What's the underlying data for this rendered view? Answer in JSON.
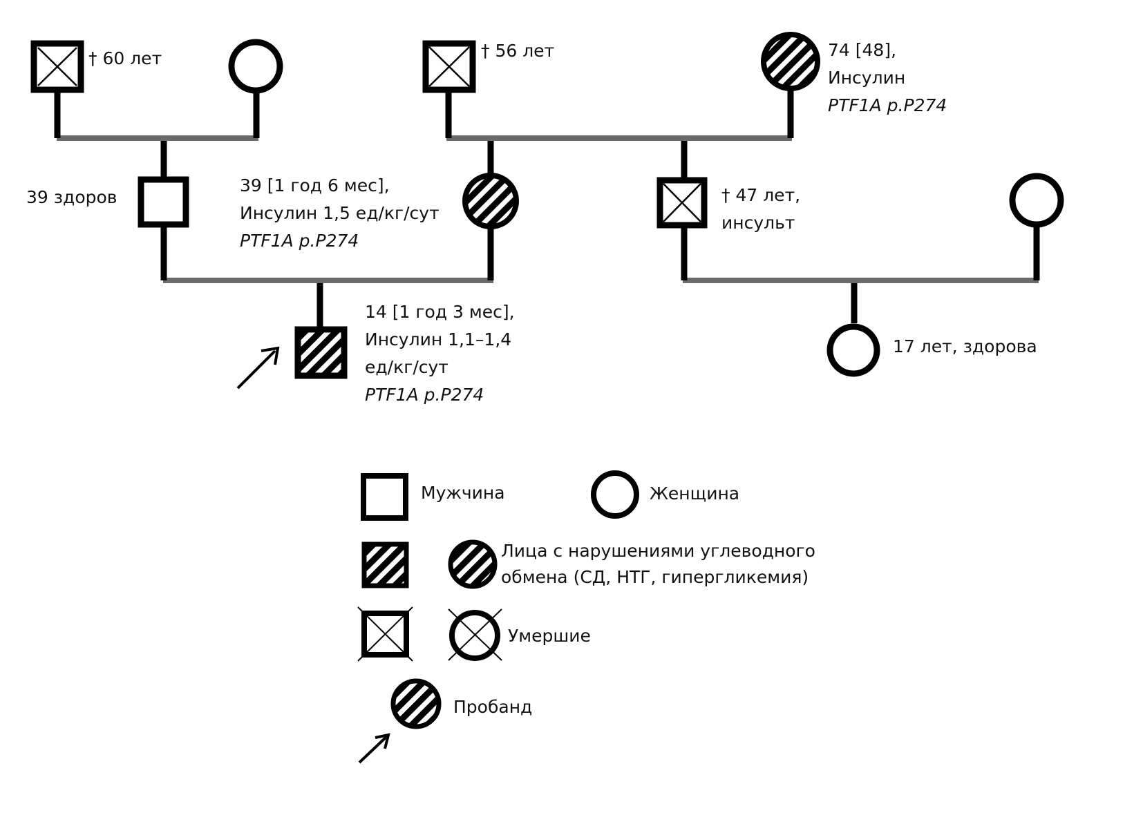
{
  "colors": {
    "symbol_stroke": "#000000",
    "marriage_line": "#6b6b6b",
    "background": "#ffffff"
  },
  "individuals": {
    "pat_grandfather": {
      "sex": "male",
      "deceased": true,
      "affected": false,
      "label": [
        "† 60 лет"
      ]
    },
    "pat_grandmother": {
      "sex": "female",
      "deceased": false,
      "affected": false,
      "label": []
    },
    "mat_grandfather": {
      "sex": "male",
      "deceased": true,
      "affected": false,
      "label": [
        "† 56 лет"
      ]
    },
    "mat_grandmother": {
      "sex": "female",
      "deceased": false,
      "affected": true,
      "label": [
        "74 [48],",
        "Инсулин"
      ],
      "gene": "PTF1A p.P274"
    },
    "father": {
      "sex": "male",
      "deceased": false,
      "affected": false,
      "label": [
        "39 здоров"
      ]
    },
    "mother": {
      "sex": "female",
      "deceased": false,
      "affected": true,
      "label": [
        "39 [1 год 6 мес],",
        "Инсулин 1,5 ед/кг/сут"
      ],
      "gene": "PTF1A p.P274"
    },
    "maternal_uncle": {
      "sex": "male",
      "deceased": true,
      "affected": false,
      "label": [
        "† 47 лет,",
        "инсульт"
      ]
    },
    "uncle_wife": {
      "sex": "female",
      "deceased": false,
      "affected": false,
      "label": []
    },
    "proband": {
      "sex": "male",
      "deceased": false,
      "affected": true,
      "proband": true,
      "label": [
        "14 [1 год 3 мес],",
        "Инсулин 1,1–1,4",
        "ед/кг/сут"
      ],
      "gene": "PTF1A p.P274"
    },
    "cousin": {
      "sex": "female",
      "deceased": false,
      "affected": false,
      "label": [
        "17 лет, здорова"
      ]
    }
  },
  "relations": {
    "couples": [
      [
        "pat_grandfather",
        "pat_grandmother"
      ],
      [
        "mat_grandfather",
        "mat_grandmother"
      ],
      [
        "father",
        "mother"
      ],
      [
        "maternal_uncle",
        "uncle_wife"
      ]
    ],
    "children": {
      "pat_grandfather+pat_grandmother": [
        "father"
      ],
      "mat_grandfather+mat_grandmother": [
        "mother",
        "maternal_uncle"
      ],
      "father+mother": [
        "proband"
      ],
      "maternal_uncle+uncle_wife": [
        "cousin"
      ]
    }
  },
  "legend": {
    "male": "Мужчина",
    "female": "Женщина",
    "affected": [
      "Лица с нарушениями углеводного",
      "обмена (СД, НТГ, гипергликемия)"
    ],
    "deceased": "Умершие",
    "proband": "Пробанд"
  }
}
